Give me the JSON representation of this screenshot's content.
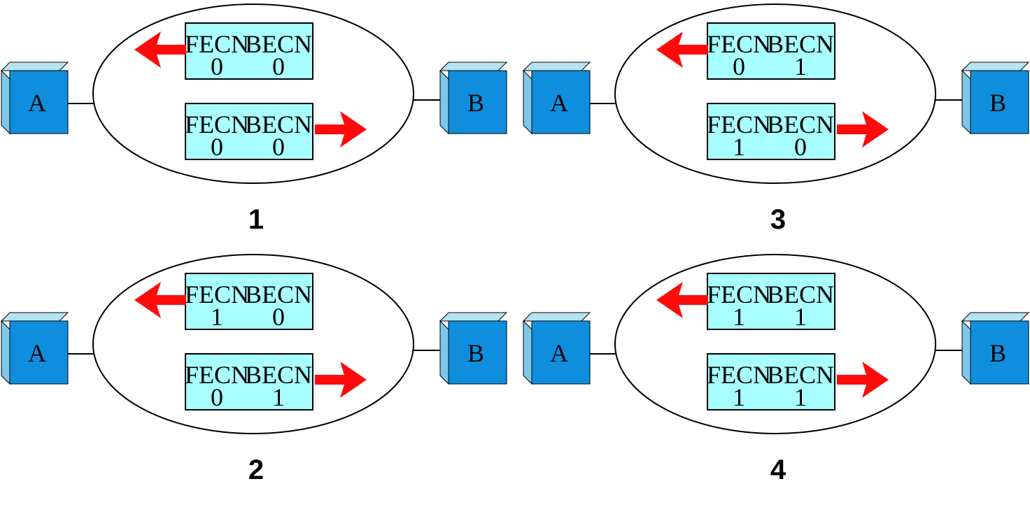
{
  "colors": {
    "cloud_fill": "#ffffff",
    "cloud_stroke": "#000000",
    "node_front": "#0f8ede",
    "node_top": "#b6e3f2",
    "node_side": "#7cc8ea",
    "frame_fill": "#a8ffff",
    "arrow": "#ff0a0a"
  },
  "icons": {
    "left_arrow": "arrow-left-icon",
    "right_arrow": "arrow-right-icon"
  },
  "panels": [
    {
      "number": "1",
      "node_a": "A",
      "node_b": "B",
      "upper_frame": {
        "fecn_label": "FECN",
        "becn_label": "BECN",
        "fecn_value": "0",
        "becn_value": "0"
      },
      "lower_frame": {
        "fecn_label": "FECN",
        "becn_label": "BECN",
        "fecn_value": "0",
        "becn_value": "0"
      }
    },
    {
      "number": "2",
      "node_a": "A",
      "node_b": "B",
      "upper_frame": {
        "fecn_label": "FECN",
        "becn_label": "BECN",
        "fecn_value": "1",
        "becn_value": "0"
      },
      "lower_frame": {
        "fecn_label": "FECN",
        "becn_label": "BECN",
        "fecn_value": "0",
        "becn_value": "1"
      }
    },
    {
      "number": "3",
      "node_a": "A",
      "node_b": "B",
      "upper_frame": {
        "fecn_label": "FECN",
        "becn_label": "BECN",
        "fecn_value": "0",
        "becn_value": "1"
      },
      "lower_frame": {
        "fecn_label": "FECN",
        "becn_label": "BECN",
        "fecn_value": "1",
        "becn_value": "0"
      }
    },
    {
      "number": "4",
      "node_a": "A",
      "node_b": "B",
      "upper_frame": {
        "fecn_label": "FECN",
        "becn_label": "BECN",
        "fecn_value": "1",
        "becn_value": "1"
      },
      "lower_frame": {
        "fecn_label": "FECN",
        "becn_label": "BECN",
        "fecn_value": "1",
        "becn_value": "1"
      }
    }
  ]
}
